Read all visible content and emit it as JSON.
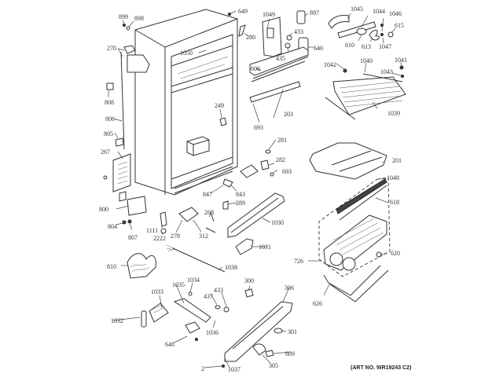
{
  "diagram": {
    "title": "Refrigerator cabinet parts exploded view",
    "art_number": "(ART NO. WR19243 C2)",
    "labels": {
      "l899": "899",
      "l898": "898",
      "l649": "649",
      "l280": "280",
      "l270": "270",
      "l1050": "1050",
      "l808": "808",
      "l806": "806",
      "l805": "805",
      "l267": "267",
      "l249": "249",
      "l1049": "1049",
      "l897": "897",
      "l433a": "433",
      "l435": "435",
      "l640": "640",
      "l1045": "1045",
      "l1044": "1044",
      "l1046": "1046",
      "l615": "615",
      "l610": "610",
      "l613": "613",
      "l1047": "1047",
      "l606": "606",
      "l203": "203",
      "l693a": "693",
      "l1042": "1042",
      "l1040": "1040",
      "l1041": "1041",
      "l1043": "1043",
      "l1039": "1039",
      "l281": "281",
      "l282": "282",
      "l693b": "693",
      "l847": "847",
      "l843": "843",
      "l289": "289",
      "l268": "268",
      "l800": "800",
      "l804": "804",
      "l807": "807",
      "l1111": "1111",
      "l2222": "2222",
      "l278": "278",
      "l312": "312",
      "l1030": "1030",
      "l1031": "1031",
      "l810": "810",
      "l1038": "1038",
      "l201": "201",
      "l1048": "1048",
      "l618": "618",
      "l726": "726",
      "l620": "620",
      "l626": "626",
      "l1035": "1035",
      "l1034": "1034",
      "l1033": "1033",
      "l1032": "1032",
      "l437": "437",
      "l433b": "433",
      "l300": "300",
      "l306": "306",
      "l1036": "1036",
      "l648": "648",
      "l301": "301",
      "l609": "609",
      "l305": "305",
      "l2": "2",
      "l1037": "1037"
    }
  }
}
